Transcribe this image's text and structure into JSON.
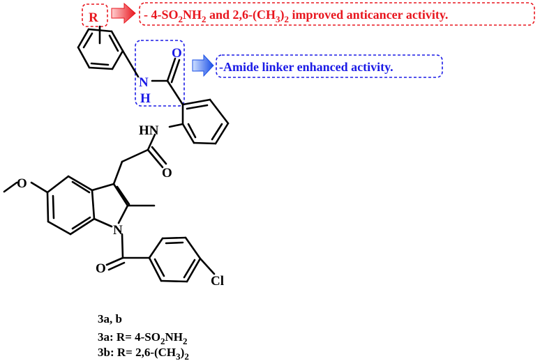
{
  "annotations": {
    "red": {
      "prefix": "- 4-SO",
      "sub1": "2",
      "mid1": "NH",
      "sub2": "2",
      "mid2": " and  2,6-(CH",
      "sub3": "3",
      "mid3": ")",
      "sub4": "2",
      "suffix": " improved anticancer activity."
    },
    "blue": {
      "text": "-Amide linker enhanced activity."
    }
  },
  "atoms": {
    "r_group": "R",
    "carbonyl_o_top": "O",
    "amide_n": "N",
    "amide_h": "H",
    "hn_middle": "HN",
    "carbonyl_o_middle": "O",
    "methoxy_o": "O",
    "indole_n": "N",
    "carbonyl_o_bottom": "O",
    "chlorine": "Cl"
  },
  "captions": {
    "line1": "3a, b",
    "line2_prefix": "3a: R= 4-SO",
    "line2_sub1": "2",
    "line2_mid": "NH",
    "line2_sub2": "2",
    "line3_prefix": "3b: R= 2,6-(CH",
    "line3_sub1": "3",
    "line3_mid": ")",
    "line3_sub2": "2"
  },
  "colors": {
    "highlight_red": "#e8161e",
    "highlight_blue": "#1a1ae6",
    "bond": "#000000"
  }
}
